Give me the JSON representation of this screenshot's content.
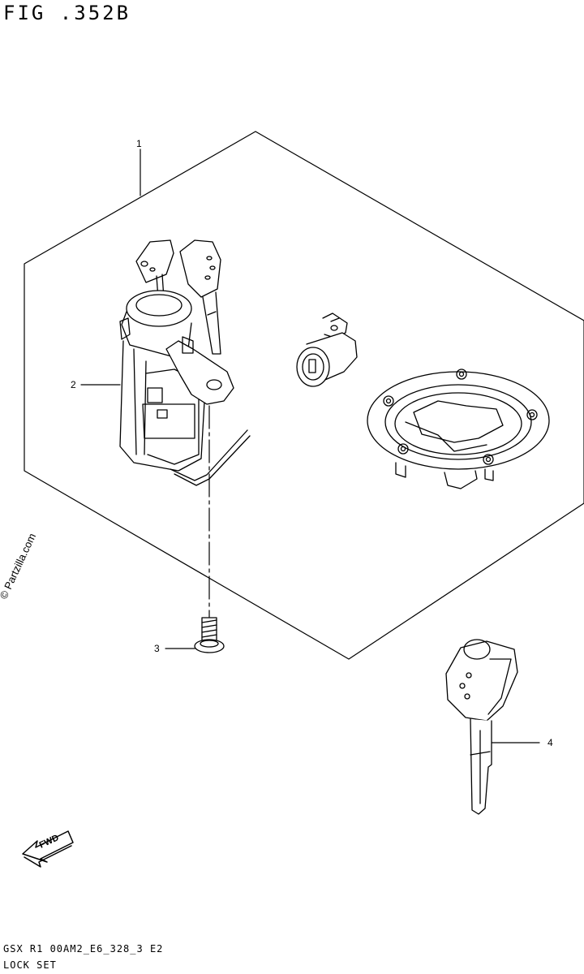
{
  "figure": {
    "title": "FIG .352B"
  },
  "callouts": [
    {
      "number": "1"
    },
    {
      "number": "2"
    },
    {
      "number": "3"
    },
    {
      "number": "4"
    }
  ],
  "watermark": "© Partzilla.com",
  "direction_arrow": {
    "label": "FWD"
  },
  "footer": {
    "model_code": "GSX  R1 00AM2_E6_328_3 E2",
    "caption": "LOCK SET"
  }
}
